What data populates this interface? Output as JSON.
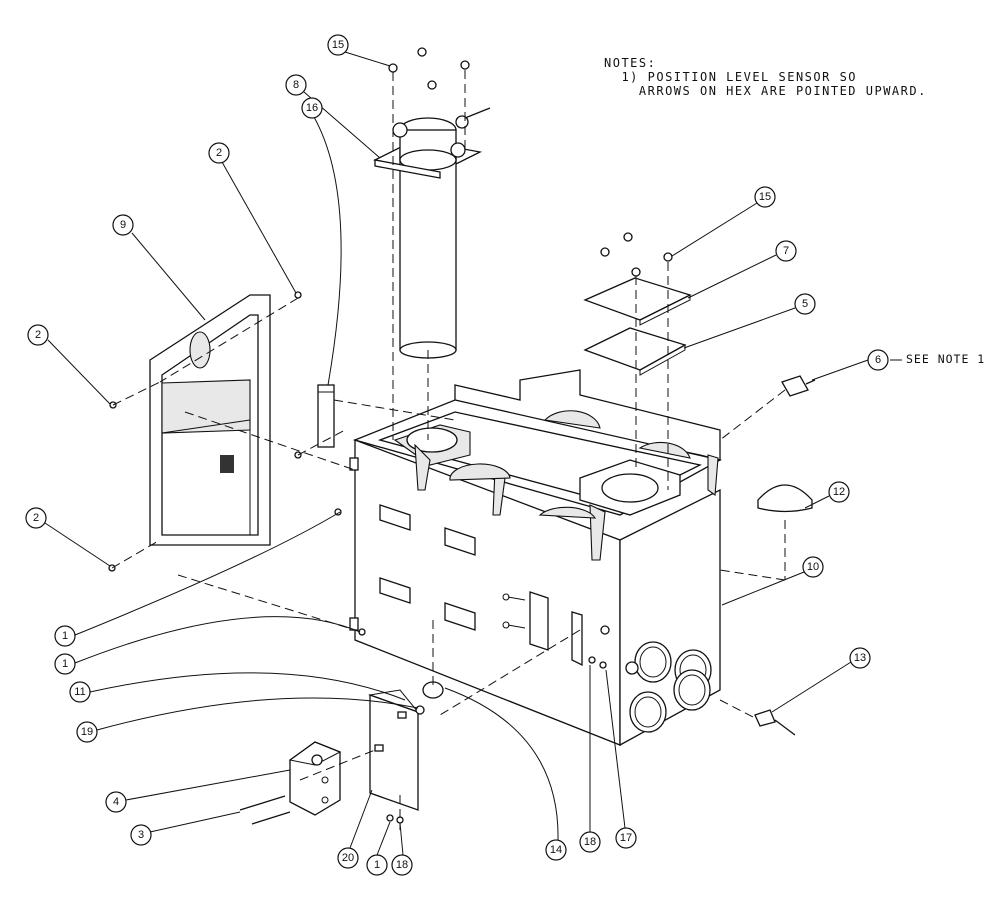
{
  "notes": {
    "heading": "NOTES:",
    "line1": "1) POSITION LEVEL SENSOR SO",
    "line2": "ARROWS ON HEX ARE POINTED UPWARD."
  },
  "see_note": "SEE NOTE 1",
  "balloons": [
    "15",
    "8",
    "16",
    "2",
    "9",
    "2",
    "2",
    "15",
    "7",
    "5",
    "6",
    "12",
    "10",
    "1",
    "1",
    "11",
    "19",
    "4",
    "3",
    "20",
    "1",
    "18",
    "14",
    "18",
    "17",
    "13"
  ]
}
